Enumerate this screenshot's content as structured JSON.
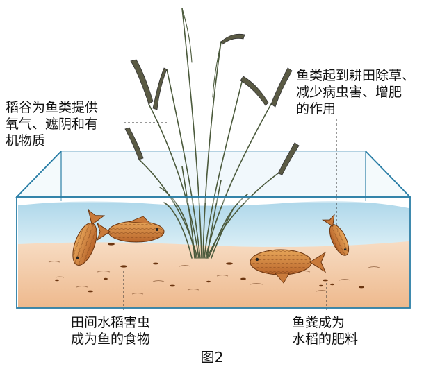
{
  "labels": {
    "rice_provides": [
      "稻谷为鱼类提供",
      "氧气、遮阴和有",
      "机物质"
    ],
    "fish_effects": [
      "鱼类起到耕田除草、",
      "减少病虫害、增肥",
      "的作用"
    ],
    "pests_food": [
      "田间水稻害虫",
      "成为鱼的食物"
    ],
    "manure_fertilizer": [
      "鱼粪成为",
      "水稻的肥料"
    ]
  },
  "caption": "图2",
  "colors": {
    "water": "#bfe0ef",
    "soil": "#f2c9a4",
    "tank_edge": "#2a7ea6",
    "fish_body": "#d4893a",
    "grass": "#4b5a3c"
  }
}
